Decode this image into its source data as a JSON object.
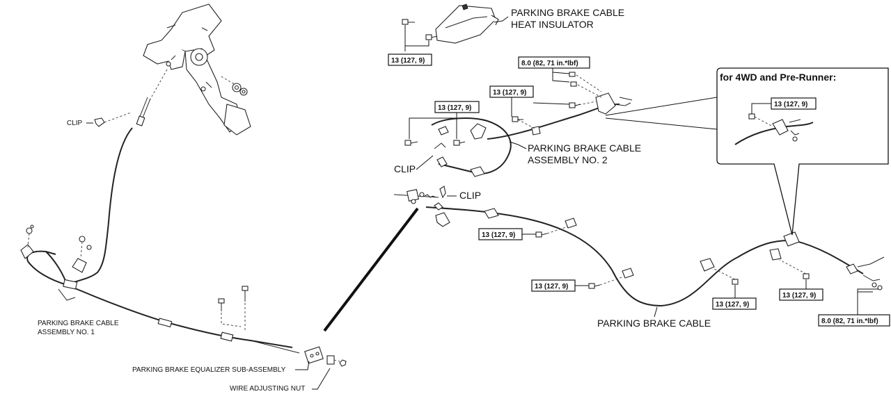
{
  "labels": {
    "heat_insulator_1": "PARKING BRAKE CABLE",
    "heat_insulator_2": "HEAT INSULATOR",
    "clip_left": "CLIP",
    "cable_no2_1": "PARKING BRAKE CABLE",
    "cable_no2_2": "ASSEMBLY NO. 2",
    "clip_center_a": "CLIP",
    "clip_center_b": "CLIP",
    "cable_no1_1": "PARKING BRAKE CABLE",
    "cable_no1_2": "ASSEMBLY NO. 1",
    "equalizer": "PARKING BRAKE EQUALIZER SUB-ASSEMBLY",
    "adjusting_nut": "WIRE ADJUSTING NUT",
    "parking_brake_cable": "PARKING BRAKE CABLE",
    "inset_title": "for 4WD and Pre-Runner:"
  },
  "torques": {
    "t_heat": "13 (127, 9)",
    "t_top_bracket": "8.0 (82, 71 in.*lbf)",
    "t_mid": "13 (127, 9)",
    "t_left_no2": "13 (127, 9)",
    "t_inset": "13 (127, 9)",
    "t_cable_1": "13 (127, 9)",
    "t_cable_2": "13 (127, 9)",
    "t_cable_3": "13 (127, 9)",
    "t_cable_4": "13 (127, 9)",
    "t_bottom_right": "8.0 (82, 71 in.*lbf)"
  }
}
